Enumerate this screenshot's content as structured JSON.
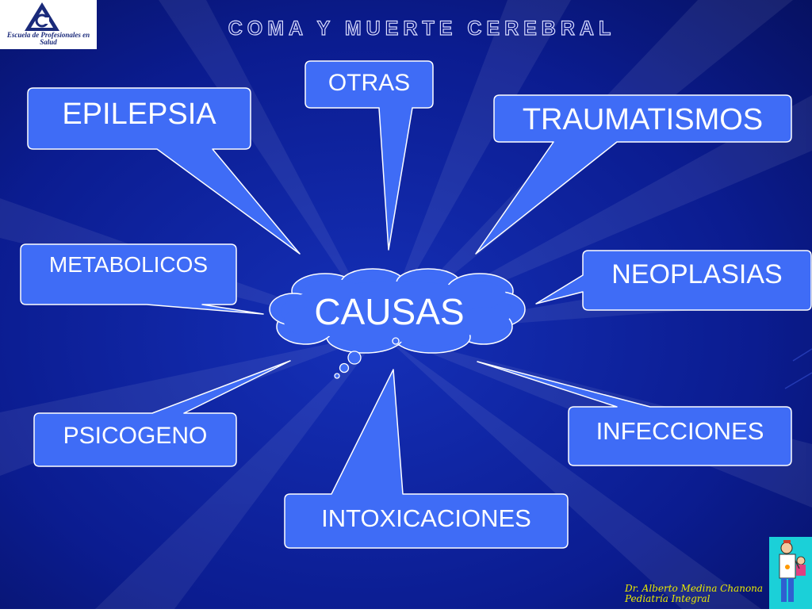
{
  "header": {
    "title": "COMA Y MUERTE CEREBRAL",
    "logo_text": "Escuela de Profesionales en Salud"
  },
  "diagram": {
    "center": "CAUSAS",
    "callouts": {
      "otras": "OTRAS",
      "epilepsia": "EPILEPSIA",
      "traumatismos": "TRAUMATISMOS",
      "metabolicos": "METABOLICOS",
      "neoplasias": "NEOPLASIAS",
      "psicogeno": "PSICOGENO",
      "infecciones": "INFECCIONES",
      "intoxicaciones": "INTOXICACIONES"
    }
  },
  "footer": {
    "author": "Dr. Alberto Medina Chanona",
    "subtitle": "Pediatría Integral"
  },
  "colors": {
    "background": "#0a1678",
    "callout_fill": "#3f6cf6",
    "callout_border": "#ffffff",
    "title_text": "#0d1a8a",
    "credit_text": "#e8e800"
  }
}
